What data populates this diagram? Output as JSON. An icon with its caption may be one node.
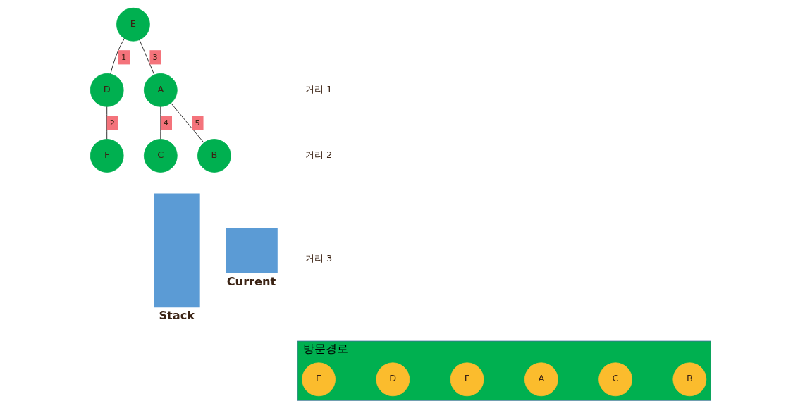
{
  "diagram": {
    "nodes": [
      {
        "text": [
          "E"
        ]
      },
      {
        "text": [
          "D"
        ]
      },
      {
        "text": [
          "A"
        ]
      },
      {
        "text": [
          "F"
        ]
      },
      {
        "text": [
          "C"
        ]
      },
      {
        "text": [
          "B"
        ]
      },
      {
        "text": [
          "방문경로"
        ]
      },
      {
        "text": [
          "E"
        ],
        "in": 6
      },
      {
        "text": [
          "D"
        ],
        "in": 6
      },
      {
        "text": [
          "F"
        ],
        "in": 6
      },
      {
        "text": [
          "A"
        ],
        "in": 6
      },
      {
        "text": [
          "C"
        ],
        "in": 6
      },
      {
        "text": [
          "B"
        ],
        "in": 6
      },
      {
        "text": [],
        "shape": "bar",
        "beside": [
          "Stack"
        ]
      },
      {
        "text": [],
        "shape": "bar",
        "beside": [
          "Current"
        ]
      }
    ],
    "edges": [
      {
        "from": 0,
        "to": 1,
        "arrow": "none",
        "label": "1"
      },
      {
        "from": 1,
        "to": 3,
        "arrow": "none",
        "label": "2"
      },
      {
        "from": 0,
        "to": 2,
        "arrow": "none",
        "label": "3"
      },
      {
        "from": 2,
        "to": 4,
        "arrow": "none",
        "label": "4"
      },
      {
        "from": 2,
        "to": 5,
        "arrow": "none",
        "label": "5"
      }
    ],
    "labels": [
      "거리 1",
      "거리 2",
      "거리 3"
    ]
  }
}
